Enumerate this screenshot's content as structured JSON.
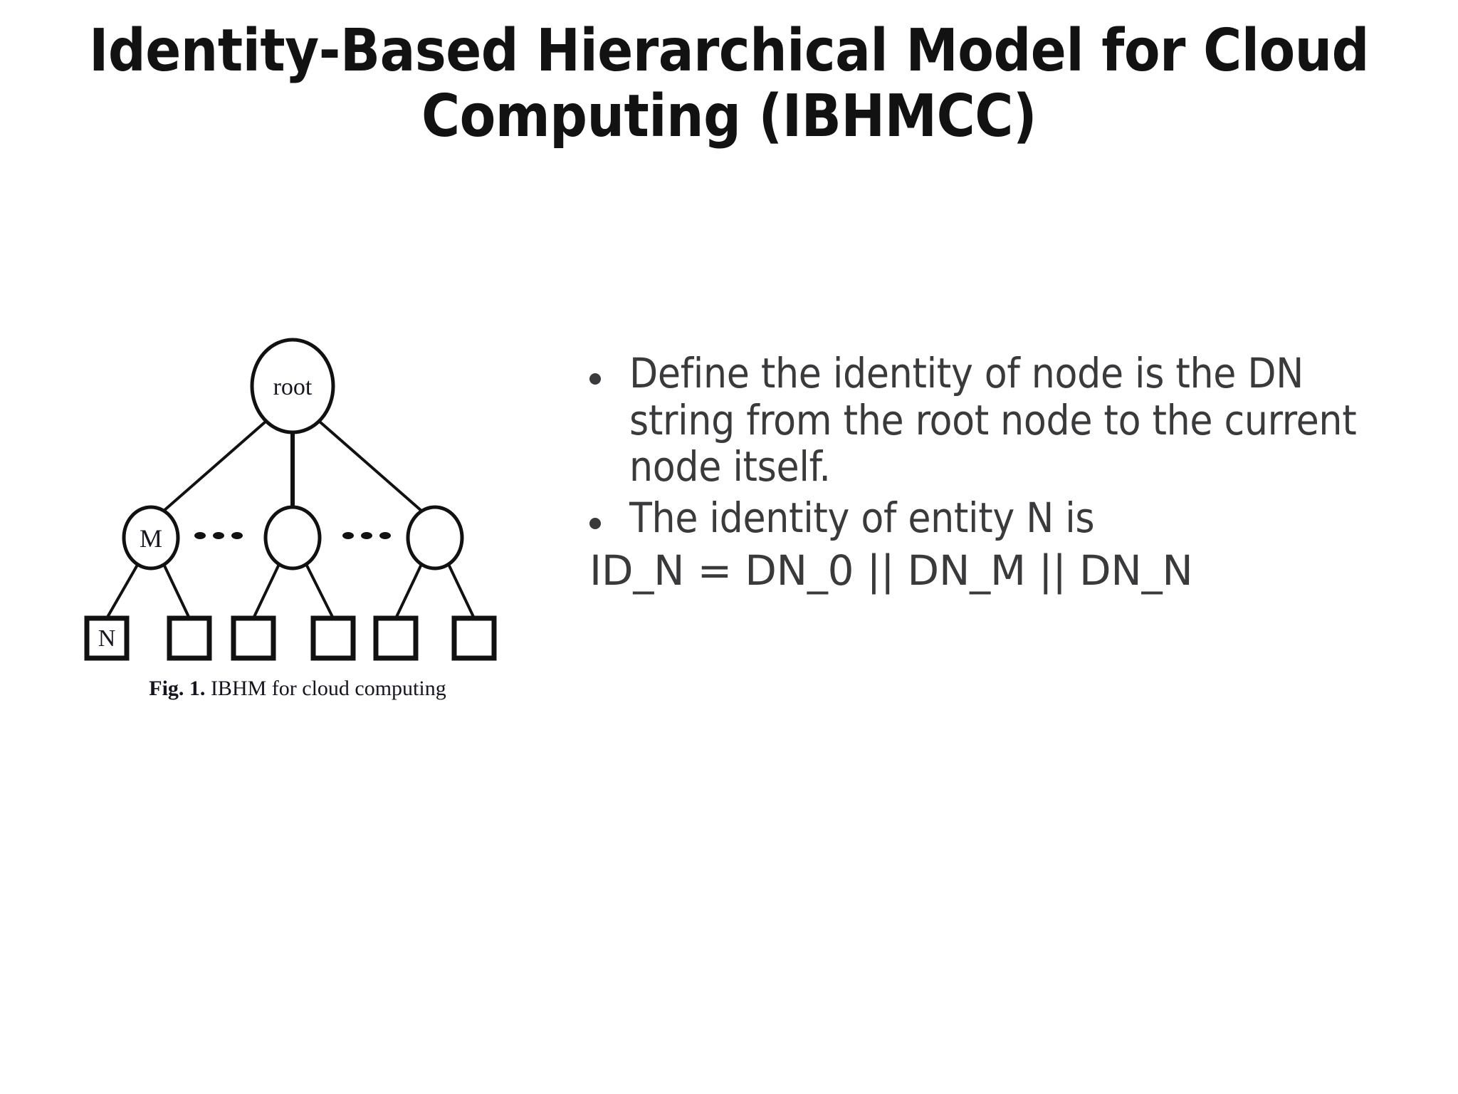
{
  "slide": {
    "background_color": "#ffffff",
    "title_lines": [
      "Identity-Based Hierarchical Model for Cloud",
      "Computing (IBHMCC)"
    ],
    "title_color": "#121212"
  },
  "figure": {
    "caption_label": "Fig. 1.",
    "caption_text": "IBHM for cloud computing",
    "nodes": {
      "root_label": "root",
      "middle_label": "M",
      "leaf_label": "N",
      "ellipsis": "•••"
    },
    "counts": {
      "middle_circles": 3,
      "leaf_squares": 6,
      "ellipsis_groups": 2
    },
    "stroke_color": "#111111",
    "fill_color": "#ffffff"
  },
  "content": {
    "bullet_color": "#3a3a3c",
    "bullets": [
      "Define the identity of node is the DN string from the root node to the current node itself.",
      "The identity of entity N is"
    ],
    "formula": "ID_N = DN_0 || DN_M || DN_N"
  }
}
